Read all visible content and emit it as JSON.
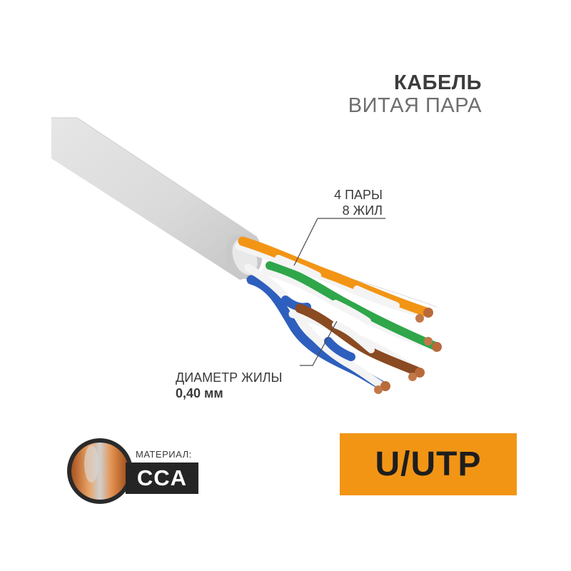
{
  "header": {
    "title": "КАБЕЛЬ",
    "subtitle": "ВИТАЯ ПАРА"
  },
  "annotations": {
    "pairs_line1": "4 ПАРЫ",
    "pairs_line2": "8 ЖИЛ",
    "diameter_label": "ДИАМЕТР ЖИЛЫ",
    "diameter_value": "0,40 мм"
  },
  "material": {
    "label": "МАТЕРИАЛ:",
    "value": "CCA"
  },
  "shield_type": "U/UTP",
  "colors": {
    "jacket": "#dcdcdc",
    "orange": "#f29515",
    "green": "#2fa64a",
    "blue": "#2e5fbe",
    "brown": "#8a4a22",
    "badge_dark": "#252525",
    "badge_accent": "#f29515"
  }
}
